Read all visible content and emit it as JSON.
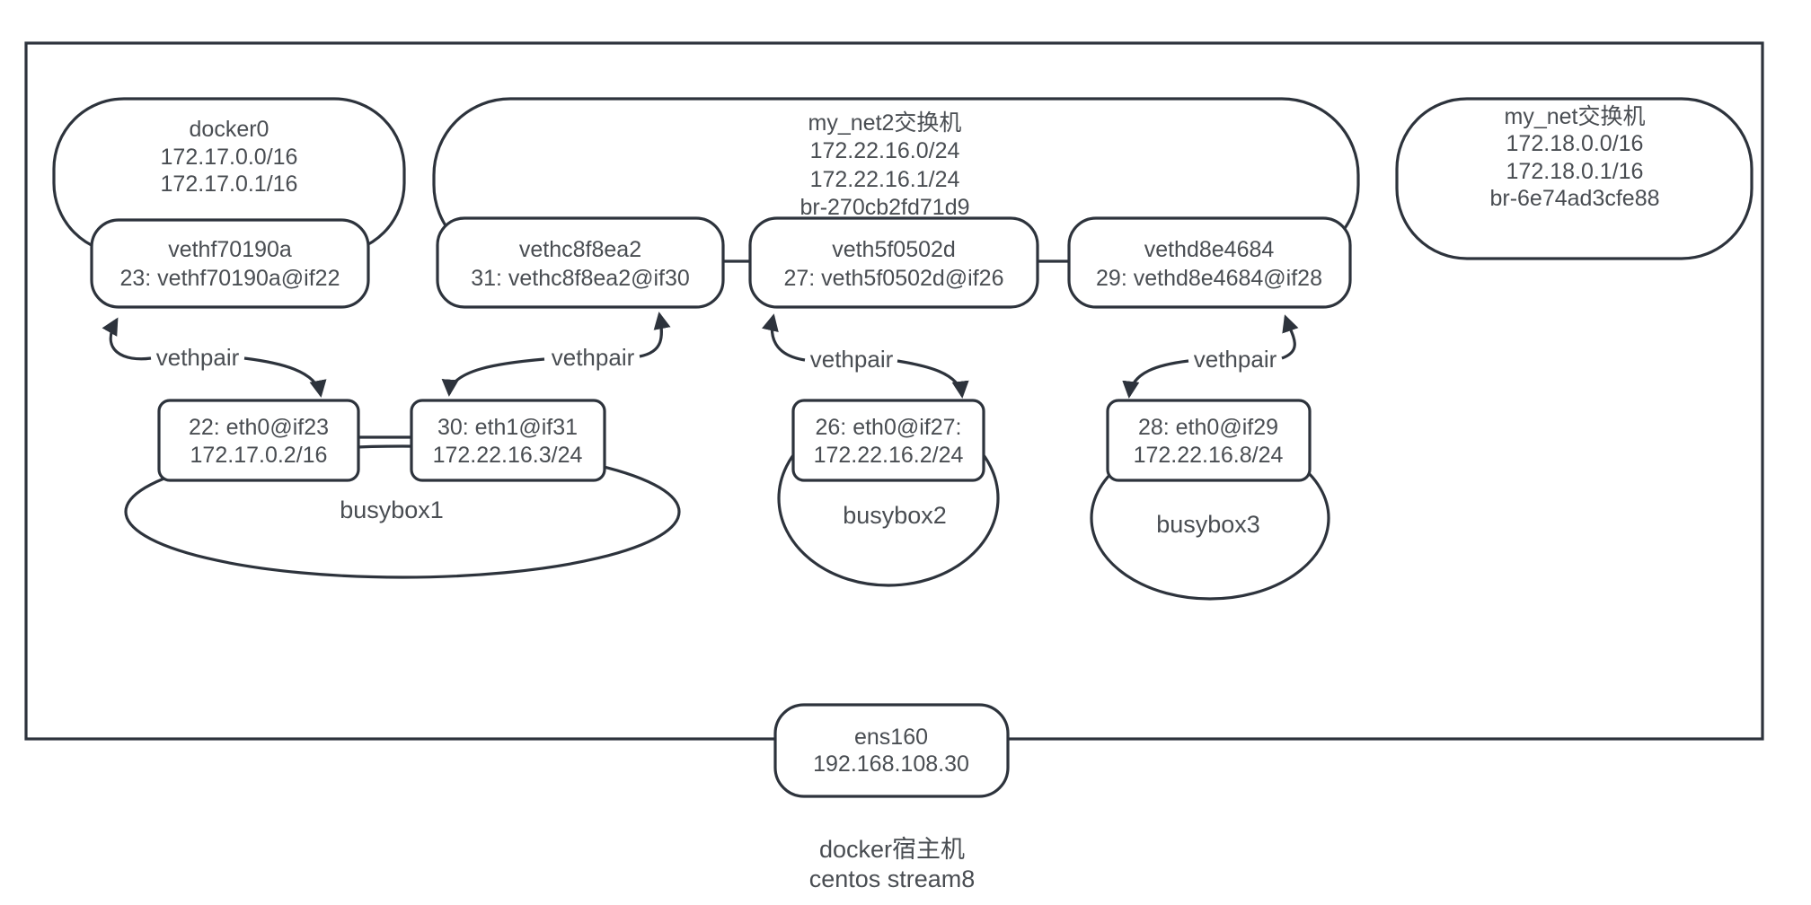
{
  "colors": {
    "stroke": "#2d333c",
    "text": "#494d52",
    "background": "#ffffff"
  },
  "labels": {
    "vethpair": "vethpair"
  },
  "bridges": {
    "docker0": {
      "lines": [
        "docker0",
        "172.17.0.0/16",
        "172.17.0.1/16"
      ]
    },
    "my_net2": {
      "lines": [
        "my_net2交换机",
        "172.22.16.0/24",
        "172.22.16.1/24",
        "br-270cb2fd71d9"
      ]
    },
    "my_net": {
      "lines": [
        "my_net交换机",
        "172.18.0.0/16",
        "172.18.0.1/16",
        "br-6e74ad3cfe88"
      ]
    }
  },
  "veths": {
    "vethf70190a": {
      "lines": [
        "vethf70190a",
        "23: vethf70190a@if22"
      ]
    },
    "vethc8f8ea2": {
      "lines": [
        "vethc8f8ea2",
        "31: vethc8f8ea2@if30"
      ]
    },
    "veth5f0502d": {
      "lines": [
        "veth5f0502d",
        "27: veth5f0502d@if26"
      ]
    },
    "vethd8e4684": {
      "lines": [
        "vethd8e4684",
        "29: vethd8e4684@if28"
      ]
    }
  },
  "ifaces": {
    "busybox1_eth0": {
      "lines": [
        "22: eth0@if23",
        "172.17.0.2/16"
      ]
    },
    "busybox1_eth1": {
      "lines": [
        "30: eth1@if31",
        "172.22.16.3/24"
      ]
    },
    "busybox2_eth0": {
      "lines": [
        "26: eth0@if27:",
        "172.22.16.2/24"
      ]
    },
    "busybox3_eth0": {
      "lines": [
        "28: eth0@if29",
        "172.22.16.8/24"
      ]
    }
  },
  "containers": {
    "busybox1": "busybox1",
    "busybox2": "busybox2",
    "busybox3": "busybox3"
  },
  "host_nic": {
    "lines": [
      "ens160",
      "192.168.108.30"
    ]
  },
  "host_caption": {
    "lines": [
      "docker宿主机",
      "centos stream8"
    ]
  }
}
